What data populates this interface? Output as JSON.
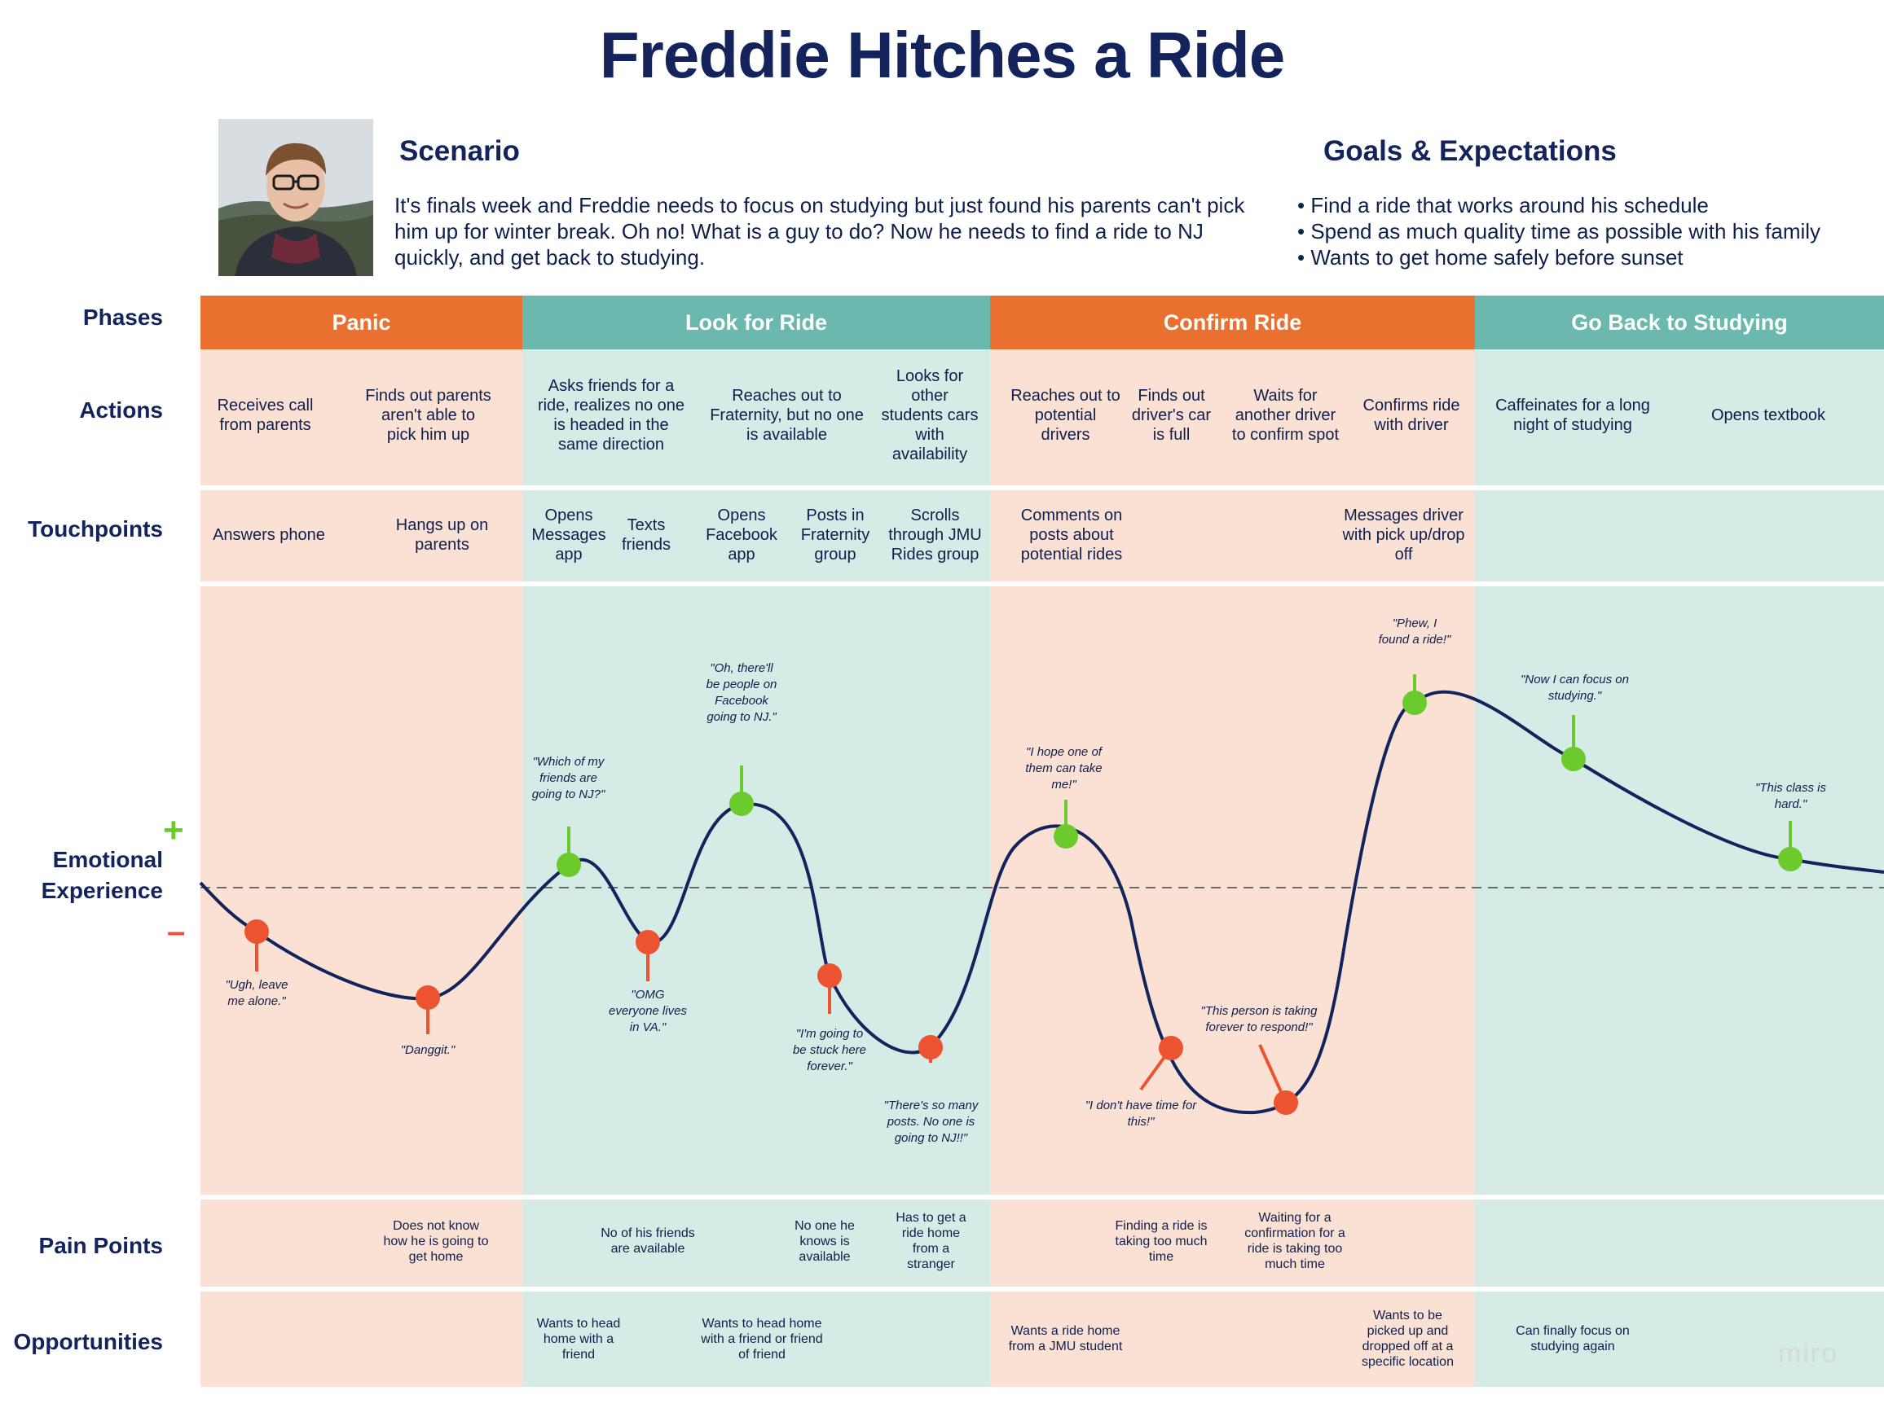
{
  "title": "Freddie Hitches a Ride",
  "scenario": {
    "heading": "Scenario",
    "text": "It's finals week and Freddie needs to focus on studying but just found his parents can't pick him up for winter break. Oh no! What is a guy to do? Now he needs to find a ride to NJ quickly, and get back to studying."
  },
  "goals": {
    "heading": "Goals & Expectations",
    "items": [
      "Find a ride that works around his schedule",
      "Spend as much quality time as possible with his family",
      "Wants to get home safely before sunset"
    ]
  },
  "row_labels": {
    "phases": "Phases",
    "actions": "Actions",
    "touchpoints": "Touchpoints",
    "emotional_line1": "Emotional",
    "emotional_line2": "Experience",
    "plus": "+",
    "minus": "–",
    "pain_points": "Pain Points",
    "opportunities": "Opportunities"
  },
  "phases": [
    "Panic",
    "Look for Ride",
    "Confirm Ride",
    "Go Back to Studying"
  ],
  "colors": {
    "orange_header": "#e9702f",
    "teal_header": "#6bb8af",
    "orange_bg": "#fbe0d4",
    "teal_bg": "#d5ebe6",
    "navy": "#13235b",
    "positive": "#6ccb2c",
    "negative": "#ec5331"
  },
  "actions": [
    "Receives call from parents",
    "Finds out parents aren't able to pick him up",
    "Asks friends for a ride, realizes no one is headed in the same direction",
    "Reaches out to Fraternity, but no one is available",
    "Looks for other students cars with availability",
    "Reaches out to potential drivers",
    "Finds out driver's car is full",
    "Waits for another driver to confirm spot",
    "Confirms ride with driver",
    "Caffeinates for a long night of studying",
    "Opens textbook"
  ],
  "touchpoints": [
    "Answers phone",
    "Hangs up on parents",
    "Opens Messages app",
    "Texts friends",
    "Opens Facebook app",
    "Posts in Fraternity group",
    "Scrolls through JMU Rides group",
    "Comments on posts about potential rides",
    "Messages driver with pick up/drop off"
  ],
  "emotions": [
    {
      "quote": "\"Ugh, leave me alone.\"",
      "sentiment": "negative"
    },
    {
      "quote": "\"Danggit.\"",
      "sentiment": "negative"
    },
    {
      "quote": "\"Which of my friends are going to NJ?\"",
      "sentiment": "positive"
    },
    {
      "quote": "\"OMG everyone lives in VA.\"",
      "sentiment": "negative"
    },
    {
      "quote": "\"Oh, there'll be people on Facebook going to NJ.\"",
      "sentiment": "positive"
    },
    {
      "quote": "\"I'm going to be stuck here forever.\"",
      "sentiment": "negative"
    },
    {
      "quote": "\"There's so many posts. No one is going to NJ!!\"",
      "sentiment": "negative"
    },
    {
      "quote": "\"I hope one of them can take me!\"",
      "sentiment": "positive"
    },
    {
      "quote": "\"I don't have time for this!\"",
      "sentiment": "negative"
    },
    {
      "quote": "\"This person is taking forever to respond!\"",
      "sentiment": "negative"
    },
    {
      "quote": "\"Phew, I found a ride!\"",
      "sentiment": "positive"
    },
    {
      "quote": "\"Now I can focus on studying.\"",
      "sentiment": "positive"
    },
    {
      "quote": "\"This class is hard.\"",
      "sentiment": "positive"
    }
  ],
  "pain_points": [
    "Does not know how he is going to get home",
    "No of his friends are available",
    "No one he knows is available",
    "Has to get a ride home from a stranger",
    "Finding a ride is taking too much time",
    "Waiting for a confirmation for a ride is taking too much time"
  ],
  "opportunities": [
    "Wants to head home with a friend",
    "Wants to head home with a friend or friend of friend",
    "Wants a ride home from a JMU student",
    "Wants to be picked up and dropped off at a specific location",
    "Can finally focus on studying again"
  ],
  "watermark": "miro"
}
